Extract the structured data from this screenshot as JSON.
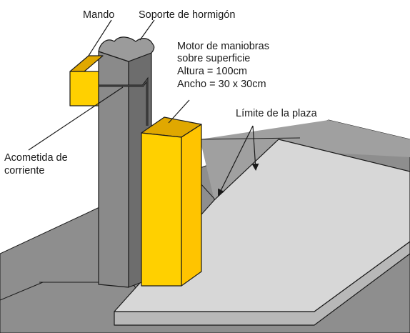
{
  "labels": {
    "mando": "Mando",
    "soporte": "Soporte de hormigón",
    "motor_line1": "Motor de maniobras",
    "motor_line2": "sobre superficie",
    "motor_line3": "Altura = 100cm",
    "motor_line4": "Ancho = 30 x 30cm",
    "limite": "Límite de la plaza",
    "acometida_line1": "Acometida de",
    "acometida_line2": "corriente"
  },
  "colors": {
    "ground_dark": "#8e8e8e",
    "ground_mid": "#a3a3a3",
    "parking_slab": "#d7d7d7",
    "slab_edge": "#b8b8b8",
    "concrete_front": "#8a8a8a",
    "concrete_side": "#6d6d6d",
    "motor_yellow": "#ffd000",
    "motor_yellow_dark": "#e0a800",
    "line": "#1a1a1a"
  }
}
